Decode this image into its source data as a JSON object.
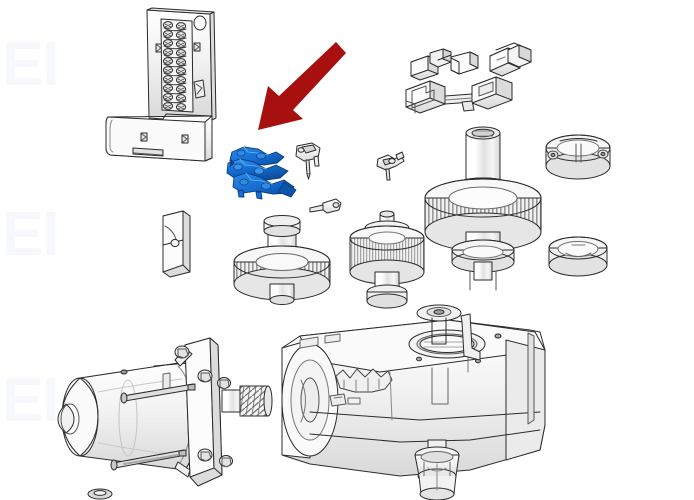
{
  "document": {
    "type": "exploded-parts-diagram",
    "subject": "Gate / door operator gearmotor assembly",
    "background_color": "#ffffff",
    "line_color": "#2b2b2b",
    "fill_color": "#fdfdfd",
    "shade_color": "#d8d8d8"
  },
  "watermark": {
    "text": "EI",
    "color": "#f7f8fb",
    "repetitions": 3,
    "instances": [
      {
        "label": "EI"
      },
      {
        "label": "EI"
      },
      {
        "label": "EI"
      }
    ]
  },
  "annotation": {
    "arrow": {
      "name": "highlight-arrow",
      "color": "#a81010",
      "direction": "down-left",
      "points_to": "highlighted-blue-part"
    },
    "highlight": {
      "name": "selected-part",
      "color": "#1571d9",
      "shade_dark": "#0d4f9e",
      "shade_light": "#3f9bf0",
      "description": "Blue highlighted lever / clip cluster"
    }
  },
  "parts": [
    {
      "id": "terminal-block",
      "label": "Terminal block with screw terminals",
      "position": "top-left"
    },
    {
      "id": "terminal-cover",
      "label": "Terminal block cover",
      "position": "left"
    },
    {
      "id": "blue-lever-cluster",
      "label": "Lever / clip cluster (highlighted)",
      "position": "center-left",
      "highlighted": true
    },
    {
      "id": "limit-switch-a",
      "label": "Limit switch body A",
      "position": "top-right"
    },
    {
      "id": "limit-switch-b",
      "label": "Limit switch body B",
      "position": "top-right"
    },
    {
      "id": "switch-bracket",
      "label": "Switch mounting bracket",
      "position": "top-right"
    },
    {
      "id": "clip-small-1",
      "label": "Small clip / cam",
      "position": "center"
    },
    {
      "id": "clip-small-2",
      "label": "Small clip / cam",
      "position": "center"
    },
    {
      "id": "pin-small",
      "label": "Retaining pin",
      "position": "center"
    },
    {
      "id": "bracket-small",
      "label": "Small bracket",
      "position": "center-left"
    },
    {
      "id": "pinion-gear-1",
      "label": "Pinion gear assembly",
      "position": "center"
    },
    {
      "id": "pinion-gear-2",
      "label": "Pinion gear assembly",
      "position": "center"
    },
    {
      "id": "main-gear",
      "label": "Main reduction gear with shaft",
      "position": "right"
    },
    {
      "id": "collar-ring",
      "label": "Split collar / clamp ring",
      "position": "far-right"
    },
    {
      "id": "bearing-ring",
      "label": "Bearing seat ring",
      "position": "far-right"
    },
    {
      "id": "motor",
      "label": "Electric motor with worm shaft",
      "position": "bottom-left"
    },
    {
      "id": "motor-bracket",
      "label": "Motor mounting bracket",
      "position": "bottom-left"
    },
    {
      "id": "screw-long-1",
      "label": "Long mounting screw",
      "position": "bottom-left"
    },
    {
      "id": "screw-long-2",
      "label": "Long mounting screw",
      "position": "bottom-left"
    },
    {
      "id": "gearbox-housing",
      "label": "Gearbox housing",
      "position": "bottom-right"
    },
    {
      "id": "output-coupling",
      "label": "Output shaft coupling",
      "position": "bottom-right"
    },
    {
      "id": "release-knob",
      "label": "Manual release knob",
      "position": "bottom-right"
    }
  ]
}
